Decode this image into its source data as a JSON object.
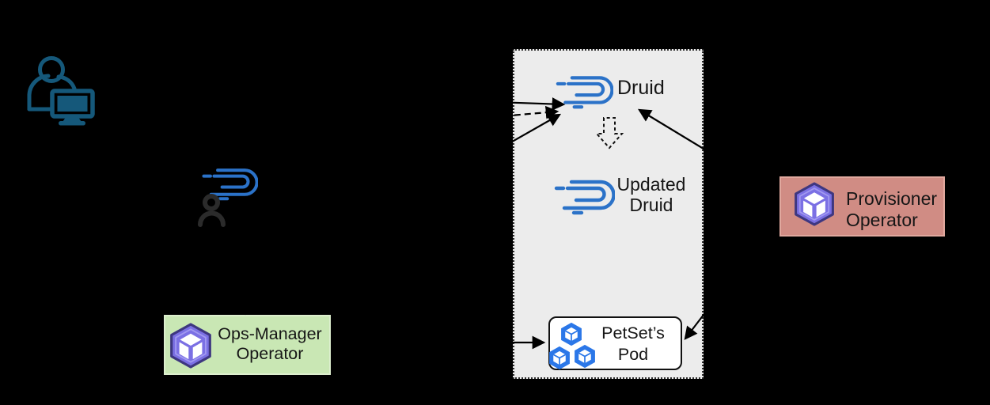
{
  "cluster": {
    "druid": {
      "label": "Druid"
    },
    "updated_druid": {
      "line1": "Updated",
      "line2": "Druid"
    },
    "petset_pod": {
      "line1": "PetSet’s",
      "line2": "Pod"
    }
  },
  "operators": {
    "ops_manager": {
      "line1": "Ops-Manager",
      "line2": "Operator"
    },
    "provisioner": {
      "line1": "Provisioner",
      "line2": "Operator"
    }
  },
  "icons": {
    "user_at_computer": "user-at-computer-icon",
    "druid_logo": "druid-logo-icon",
    "user": "user-icon",
    "operator_cube": "operator-cube-icon",
    "pod_cubes": "pod-cubes-icon"
  },
  "colors": {
    "background": "#000000",
    "cluster_bg": "#ececec",
    "cluster_border": "#2b2b2b",
    "druid_blue": "#2b72c8",
    "user_computer_blue": "#15587a",
    "user_dark": "#2b2b2b",
    "pod_blue": "#2b77e8",
    "operator_purple": "#7b70e4",
    "operator_purple_outline": "#3e3780",
    "ops_box_bg": "#c9e7b4",
    "ops_box_border": "#ddefce",
    "provisioner_box_bg": "#d08c84",
    "provisioner_box_border": "#e0a89e",
    "petset_box_bg": "#ffffff",
    "arrow": "#000000",
    "text": "#161616"
  }
}
